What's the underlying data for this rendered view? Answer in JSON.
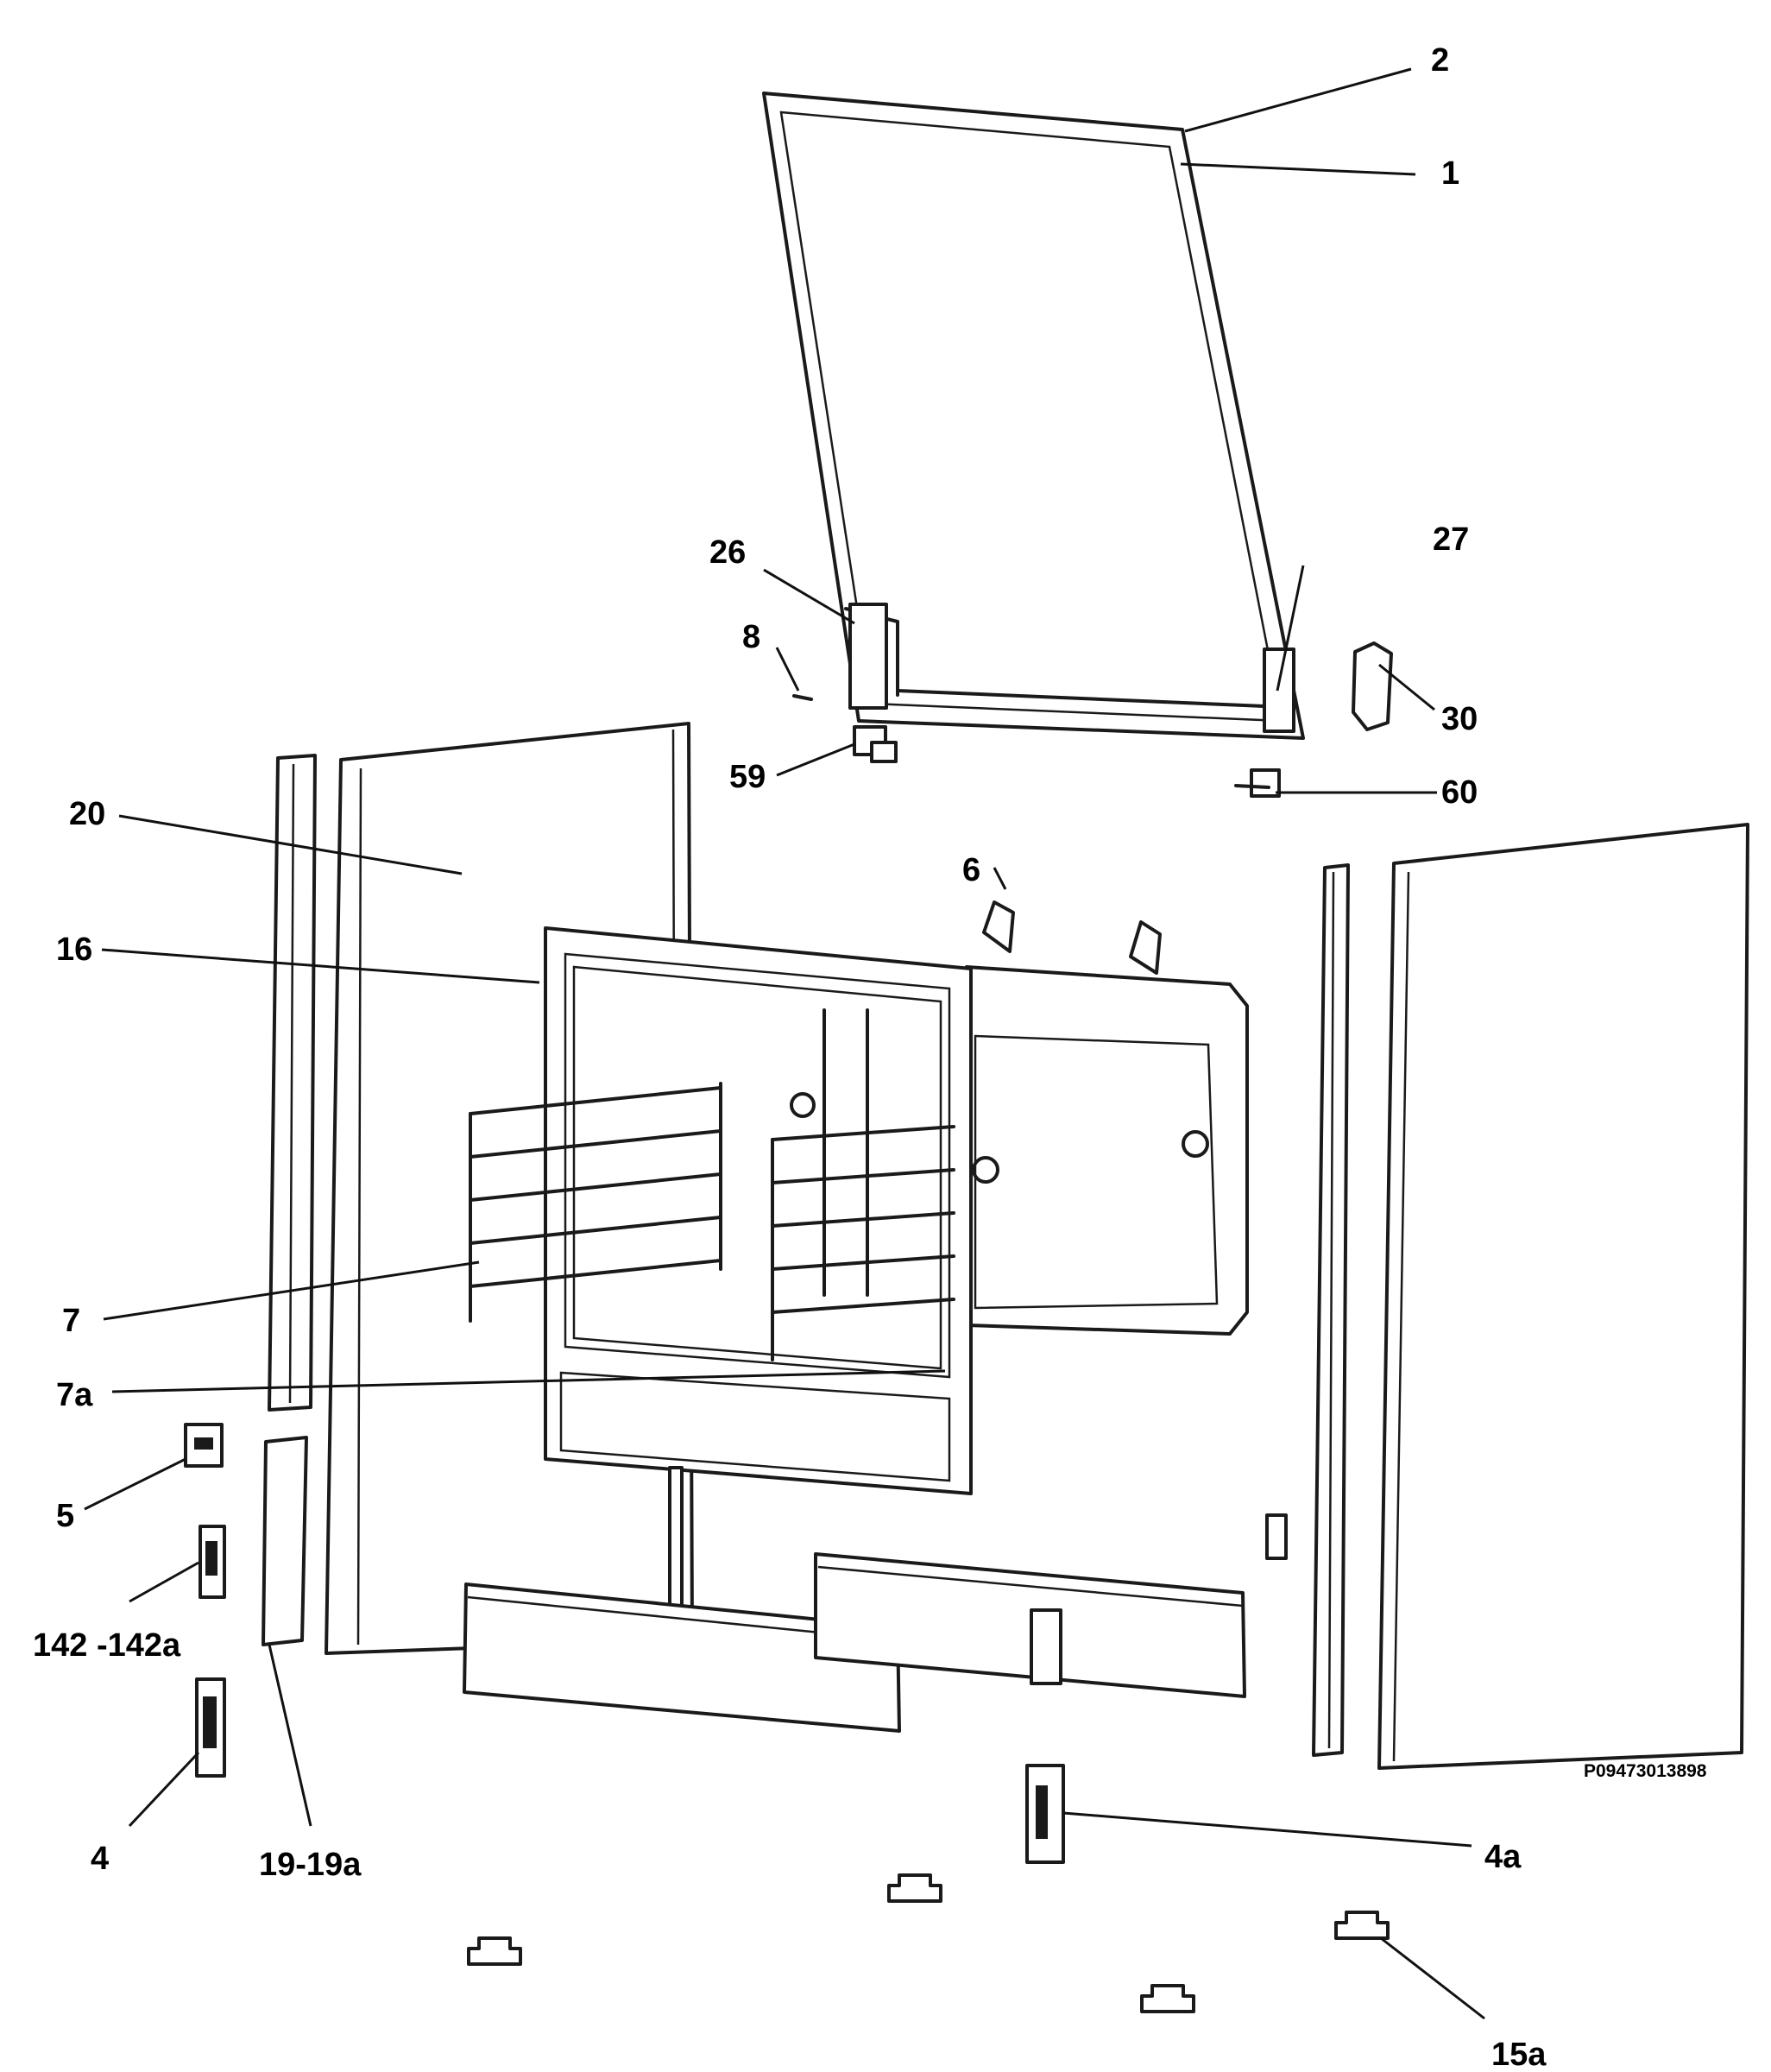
{
  "diagram": {
    "drawing_code": "P09473013898",
    "labels": [
      "2",
      "1",
      "26",
      "27",
      "8",
      "30",
      "59",
      "60",
      "20",
      "6",
      "16",
      "7",
      "7a",
      "5",
      "142 -142a",
      "4",
      "19-19a",
      "4a",
      "15a"
    ]
  }
}
